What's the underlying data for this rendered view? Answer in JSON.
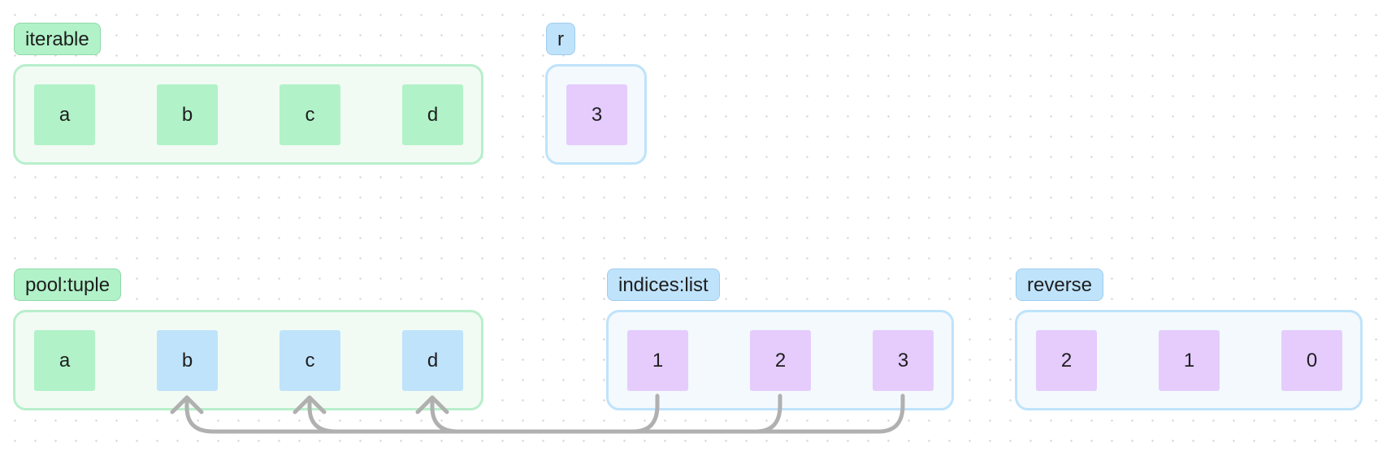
{
  "colors": {
    "green": "#b1f2c8",
    "blue": "#bfe3fb",
    "purple": "#e5ccfd",
    "arrow": "#b0b0b0"
  },
  "iterable": {
    "label": "iterable",
    "items": [
      "a",
      "b",
      "c",
      "d"
    ]
  },
  "r": {
    "label": "r",
    "value": "3"
  },
  "pool": {
    "label": "pool:tuple",
    "items": [
      "a",
      "b",
      "c",
      "d"
    ]
  },
  "indices": {
    "label": "indices:list",
    "items": [
      "1",
      "2",
      "3"
    ]
  },
  "reverse": {
    "label": "reverse",
    "items": [
      "2",
      "1",
      "0"
    ]
  },
  "connections": [
    {
      "from": "indices.0",
      "to": "pool.1"
    },
    {
      "from": "indices.1",
      "to": "pool.2"
    },
    {
      "from": "indices.2",
      "to": "pool.3"
    }
  ]
}
